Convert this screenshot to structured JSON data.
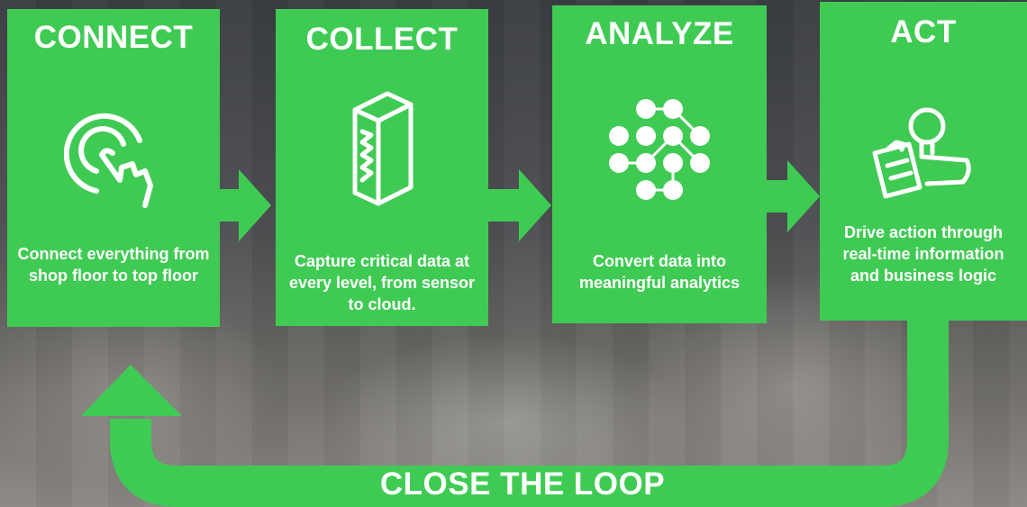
{
  "accent_color": "#3fcb53",
  "steps": [
    {
      "title": "CONNECT",
      "icon": "touch-tap-icon",
      "description": "Connect everything from shop floor to top floor"
    },
    {
      "title": "COLLECT",
      "icon": "data-column-icon",
      "description": "Capture critical data at every level, from sensor to cloud."
    },
    {
      "title": "ANALYZE",
      "icon": "node-network-icon",
      "description": "Convert data into meaningful analytics"
    },
    {
      "title": "ACT",
      "icon": "person-checklist-icon",
      "description": "Drive action through real-time information and business logic"
    }
  ],
  "loop_label": "CLOSE THE LOOP"
}
